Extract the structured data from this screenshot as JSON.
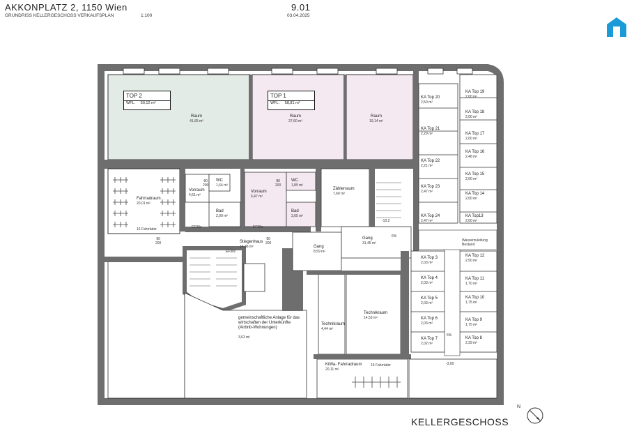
{
  "header": {
    "address": "AKKONPLATZ 2, 1150 Wien",
    "plan_number": "9.01",
    "subtitle": "GRUNDRISS KELLERGESCHOSS VERKAUFSPLAN",
    "scale": "1:100",
    "date": "03.04.2025"
  },
  "footer": {
    "floor_name": "KELLERGESCHOSS"
  },
  "logo": {
    "icon": "house-icon",
    "color": "#1a9ad6"
  },
  "colors": {
    "wall": "#6e6e6e",
    "top2_fill": "#e3ebe6",
    "top1_fill": "#f4e8f1"
  },
  "units": {
    "top2": {
      "name": "TOP 2",
      "wfl_label": "WFL.",
      "wfl_value": "50,12 m²"
    },
    "top1": {
      "name": "TOP 1",
      "wfl_label": "WFL.",
      "wfl_value": "58,81 m²"
    }
  },
  "rooms": {
    "raum_top2": {
      "name": "Raum",
      "area": "41,65 m²"
    },
    "raum_top1": {
      "name": "Raum",
      "area": "27,60 m²"
    },
    "raum_right": {
      "name": "Raum",
      "area": "19,14 m²"
    },
    "fahrradraum": {
      "name": "Fahrradraum",
      "area": "20,01 m²",
      "note": "16 Fahrräder"
    },
    "vorraum_a": {
      "name": "Vorraum",
      "area": "4,61 m²"
    },
    "wc_a": {
      "name": "WC",
      "area": "1,64 m²"
    },
    "bad_a": {
      "name": "Bad",
      "area": "2,00 m²"
    },
    "vorraum_b": {
      "name": "Vorraum",
      "area": "6,47 m²"
    },
    "wc_b": {
      "name": "WC",
      "area": "1,89 m²"
    },
    "bad_b": {
      "name": "Bad",
      "area": "3,65 m²"
    },
    "zaehlerraum": {
      "name": "Zählerraum",
      "area": "7,60 m²"
    },
    "stiegenhaus": {
      "name": "Stiegenhaus",
      "area": "14,36 m²"
    },
    "gang_a": {
      "name": "Gang",
      "area": "8,59 m²"
    },
    "gang_b": {
      "name": "Gang",
      "area": "31,45 m²"
    },
    "technikraum_a": {
      "name": "Technikraum",
      "area": "4,44 m²"
    },
    "technikraum_b": {
      "name": "Technikraum",
      "area": "14,53 m²"
    },
    "gemeinschaft": {
      "name": "gemeinschaftliche Anlage für das\nwirtschaften der Unterkünfte\n(Airbnb-Wohnungen)",
      "area": "3,63 m²"
    },
    "kiwa": {
      "name": "KiWa- Fahrradraum",
      "area": "20,11 m²",
      "note": "15 Fahrräder"
    },
    "wasser": {
      "name": "Wasserzuleitung\nBestand"
    }
  },
  "storage_left": [
    {
      "name": "KA Top 20",
      "area": "2,50 m²"
    },
    {
      "name": "KA Top 21",
      "area": "2,29 m²"
    },
    {
      "name": "KA Top 22",
      "area": "2,21 m²"
    },
    {
      "name": "KA Top 23",
      "area": "2,47 m²"
    },
    {
      "name": "KA Top 24",
      "area": "2,47 m²"
    }
  ],
  "storage_right_upper": [
    {
      "name": "KA Top 19",
      "area": "2,00 m²"
    },
    {
      "name": "KA Top 18",
      "area": "2,00 m²"
    },
    {
      "name": "KA Top 17",
      "area": "2,00 m²"
    },
    {
      "name": "KA Top 16",
      "area": "2,48 m²"
    },
    {
      "name": "KA Top 15",
      "area": "2,00 m²"
    },
    {
      "name": "KA Top 14",
      "area": "2,00 m²"
    },
    {
      "name": "KA Top13",
      "area": "2,00 m²"
    }
  ],
  "storage_left_lower": [
    {
      "name": "KA Top 3",
      "area": "2,03 m²"
    },
    {
      "name": "KA Top 4",
      "area": "2,03 m²"
    },
    {
      "name": "KA Top 5",
      "area": "2,03 m²"
    },
    {
      "name": "KA Top 6",
      "area": "2,03 m²"
    },
    {
      "name": "KA Top 7",
      "area": "2,02 m²"
    }
  ],
  "storage_right_lower": [
    {
      "name": "KA Top 12",
      "area": "2,50 m²"
    },
    {
      "name": "KA Top 11",
      "area": "1,70 m²"
    },
    {
      "name": "KA Top 10",
      "area": "1,75 m²"
    },
    {
      "name": "KA Top 9",
      "area": "1,75 m²"
    },
    {
      "name": "KA Top 8",
      "area": "2,39 m²"
    }
  ],
  "tags": {
    "ef30_a": "EF30c",
    "ef30_b": "EF30c",
    "ef30_c": "EF30c",
    "door_90_200": "90\n200",
    "door_80_200": "80\n200",
    "level": "-3,00",
    "slope": "6%",
    "slope2": "-10,2"
  },
  "compass": {
    "label": "N",
    "icon": "north-arrow-icon"
  }
}
